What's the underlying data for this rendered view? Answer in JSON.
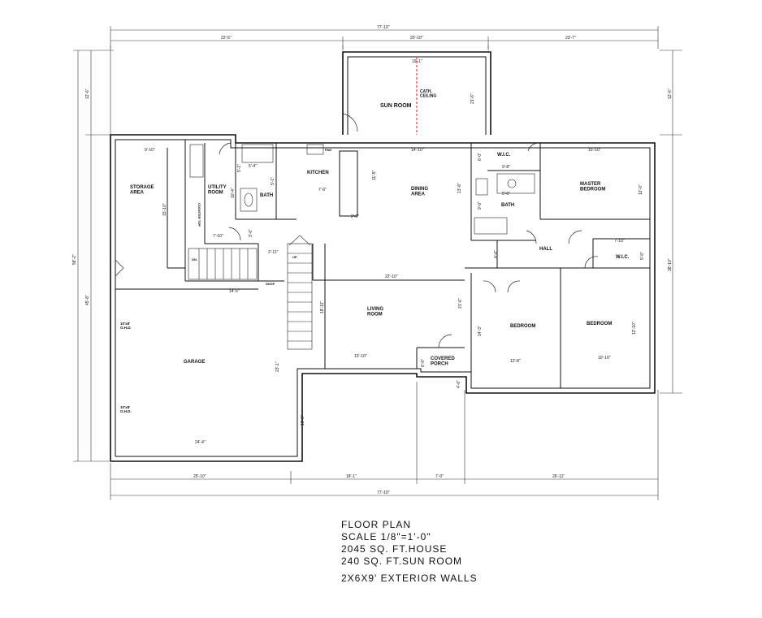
{
  "plan": {
    "rooms": {
      "sun_room": "SUN ROOM",
      "cath_ceiling": "CATH.\nCEILING",
      "storage": "STORAGE\nAREA",
      "utility": "UTILITY\nROOM",
      "counter_top": "COUNTER TOP",
      "bath_main": "BATH",
      "kitchen": "KITCHEN",
      "dining": "DINING\nAREA",
      "wic_master": "W.I.C.",
      "master_bedroom": "MASTER\nBEDROOM",
      "bath_master": "BATH",
      "hall": "HALL",
      "wic_small": "W.I.C.",
      "living": "LIVING\nROOM",
      "bedroom_1": "BEDROOM",
      "bedroom_2": "BEDROOM",
      "garage": "GARAGE",
      "covered_porch": "COVERED\nPORCH",
      "garage_door_1": "10'x8'\nO.H.D.",
      "garage_door_2": "10'x8'\nO.H.D.",
      "dn": "DN.",
      "up": "UP",
      "shop": "SHOP",
      "pan": "PAN"
    },
    "dims": {
      "overall_top": "77'-10\"",
      "top_left": "22'-5\"",
      "top_mid": "20'-10\"",
      "top_right": "23'-7\"",
      "sun_width": "19'-1\"",
      "sun_depth": "21'-6\"",
      "left_top": "12'-6\"",
      "left_total": "58'-2\"",
      "left_lower": "45'-8\"",
      "right_top": "12'-6\"",
      "right_lower": "38'-10\"",
      "storage_w": "9'-10\"",
      "storage_h": "15'-10\"",
      "util_h": "10'-4\"",
      "bath_w": "5'-4\"",
      "bath_h": "5'-1\"",
      "kitchen_w": "7'-6\"",
      "kitchen_2": "11'-5\"",
      "kitchen_3": "2'-6\"",
      "dining_w": "14'-10\"",
      "dining_h": "13'-8\"",
      "wic_h": "6'-0\"",
      "mb_w": "15'-10\"",
      "mb_h": "12'-0\"",
      "bath2_w": "9'-8\"",
      "bath2_2": "5'-6\"",
      "bath2_h": "9'-0\"",
      "hall_h": "4'-6\"",
      "wic2_w": "7'-10\"",
      "wic2_h": "5'-0\"",
      "stair_1": "7'-10\"",
      "stair_2": "3'-0\"",
      "stair_3": "5'-1\"",
      "stair_w": "14'-5\"",
      "stair_4": "2'-11\"",
      "living_w": "22'-10\"",
      "living_h": "18'-11\"",
      "living_2": "13'-10\"",
      "living_3": "21'-6\"",
      "bed1_w": "12'-8\"",
      "bed1_h": "14'-3\"",
      "bed2_w": "10'-10\"",
      "bed2_h": "12'-10\"",
      "porch_1": "6'-0\"",
      "porch_2": "4'-6\"",
      "garage_w": "24'-4\"",
      "garage_h": "23'-1\"",
      "garage_2": "13'-6\"",
      "bot_1": "25'-10\"",
      "bot_2": "18'-1\"",
      "bot_3": "7'-0\"",
      "bot_4": "26'-11\"",
      "overall_bottom": "77'-10\""
    }
  },
  "notes": {
    "line1": "FLOOR  PLAN",
    "line2": "SCALE  1/8\"=1'-0\"",
    "line3": "2045  SQ.  FT.HOUSE",
    "line4": "240  SQ.  FT.SUN ROOM",
    "line5": "2X6X9'  EXTERIOR  WALLS"
  },
  "colors": {
    "line": "#111111",
    "beam": "#d81f26"
  }
}
